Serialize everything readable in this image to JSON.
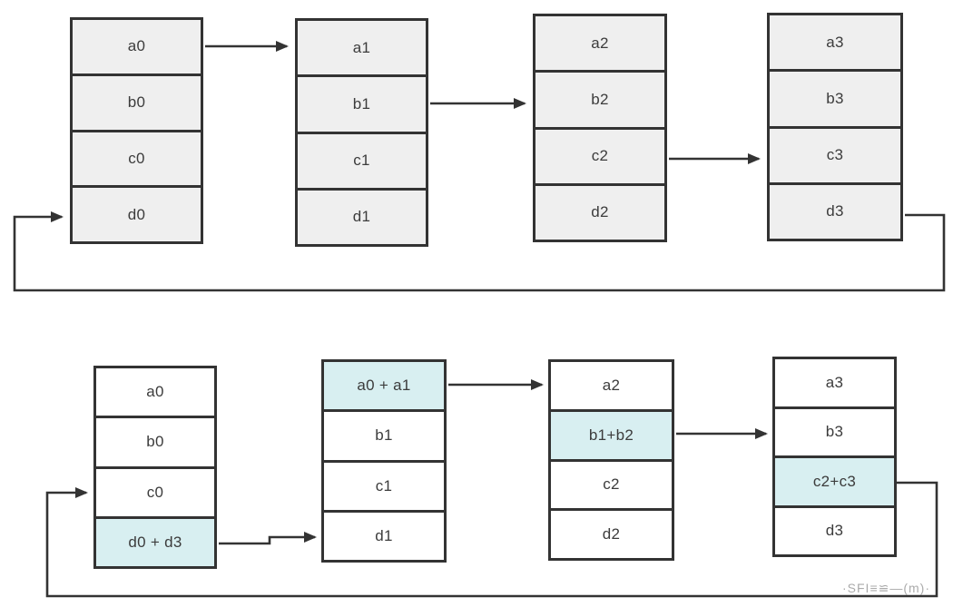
{
  "diagram": {
    "description": "Ring all-reduce scatter-reduce diagram: two rows of four 4-cell arrays linked by ring arrows",
    "colors": {
      "cell_gray": "#efefef",
      "cell_white": "#ffffff",
      "highlight": "#d8eff1",
      "border": "#333333",
      "arrow": "#333333",
      "text": "#3c3c3c"
    },
    "rows": [
      {
        "name": "step-before",
        "boxes": [
          {
            "cells": [
              {
                "label": "a0"
              },
              {
                "label": "b0"
              },
              {
                "label": "c0"
              },
              {
                "label": "d0"
              }
            ]
          },
          {
            "cells": [
              {
                "label": "a1"
              },
              {
                "label": "b1"
              },
              {
                "label": "c1"
              },
              {
                "label": "d1"
              }
            ]
          },
          {
            "cells": [
              {
                "label": "a2"
              },
              {
                "label": "b2"
              },
              {
                "label": "c2"
              },
              {
                "label": "d2"
              }
            ]
          },
          {
            "cells": [
              {
                "label": "a3"
              },
              {
                "label": "b3"
              },
              {
                "label": "c3"
              },
              {
                "label": "d3"
              }
            ]
          }
        ],
        "arrows": [
          {
            "from": "a0",
            "to": "a1"
          },
          {
            "from": "b1",
            "to": "b2"
          },
          {
            "from": "c2",
            "to": "c3"
          },
          {
            "from": "d3",
            "to": "d0",
            "wrap": true
          }
        ]
      },
      {
        "name": "step-after",
        "boxes": [
          {
            "cells": [
              {
                "label": "a0"
              },
              {
                "label": "b0"
              },
              {
                "label": "c0"
              },
              {
                "label": "d0 + d3",
                "highlight": true
              }
            ]
          },
          {
            "cells": [
              {
                "label": "a0 + a1",
                "highlight": true
              },
              {
                "label": "b1"
              },
              {
                "label": "c1"
              },
              {
                "label": "d1"
              }
            ]
          },
          {
            "cells": [
              {
                "label": "a2"
              },
              {
                "label": "b1+b2",
                "highlight": true
              },
              {
                "label": "c2"
              },
              {
                "label": "d2"
              }
            ]
          },
          {
            "cells": [
              {
                "label": "a3"
              },
              {
                "label": "b3"
              },
              {
                "label": "c2+c3",
                "highlight": true
              },
              {
                "label": "d3"
              }
            ]
          }
        ],
        "arrows": [
          {
            "from": "d0 + d3",
            "to": "d1"
          },
          {
            "from": "a0 + a1",
            "to": "a2"
          },
          {
            "from": "b1+b2",
            "to": "b3"
          },
          {
            "from": "c2+c3",
            "to": "c0",
            "wrap": true
          }
        ]
      }
    ],
    "watermark": "·SFI≡≌—(m)·"
  }
}
